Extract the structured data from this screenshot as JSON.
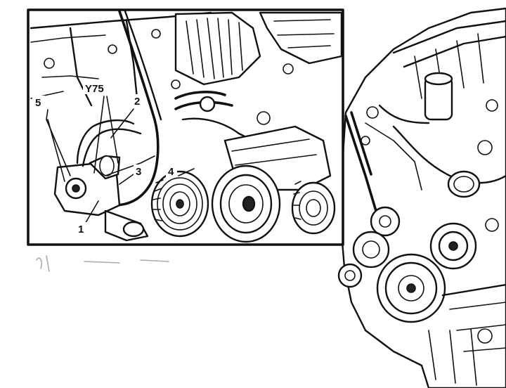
{
  "figure": {
    "callouts": {
      "y75": "Y75",
      "n1": "1",
      "n2": "2",
      "n3": "3",
      "n4": "4",
      "n5": "5"
    }
  },
  "colors": {
    "ink": "#111111",
    "paper": "#ffffff"
  }
}
